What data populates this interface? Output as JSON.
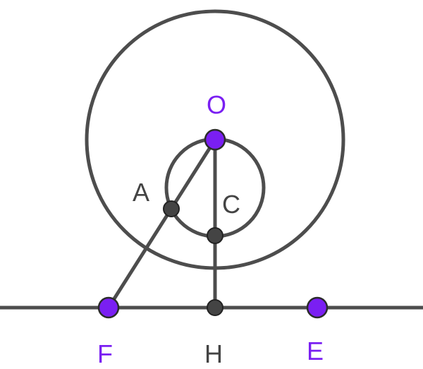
{
  "colors": {
    "line": "#4d4d4d",
    "free_point": "#7a1ff2",
    "dependent_point": "#444444",
    "free_label": "#7a1ff2",
    "dependent_label": "#444444"
  },
  "labels": {
    "O": "O",
    "A": "A",
    "C": "C",
    "F": "F",
    "H": "H",
    "E": "E"
  }
}
